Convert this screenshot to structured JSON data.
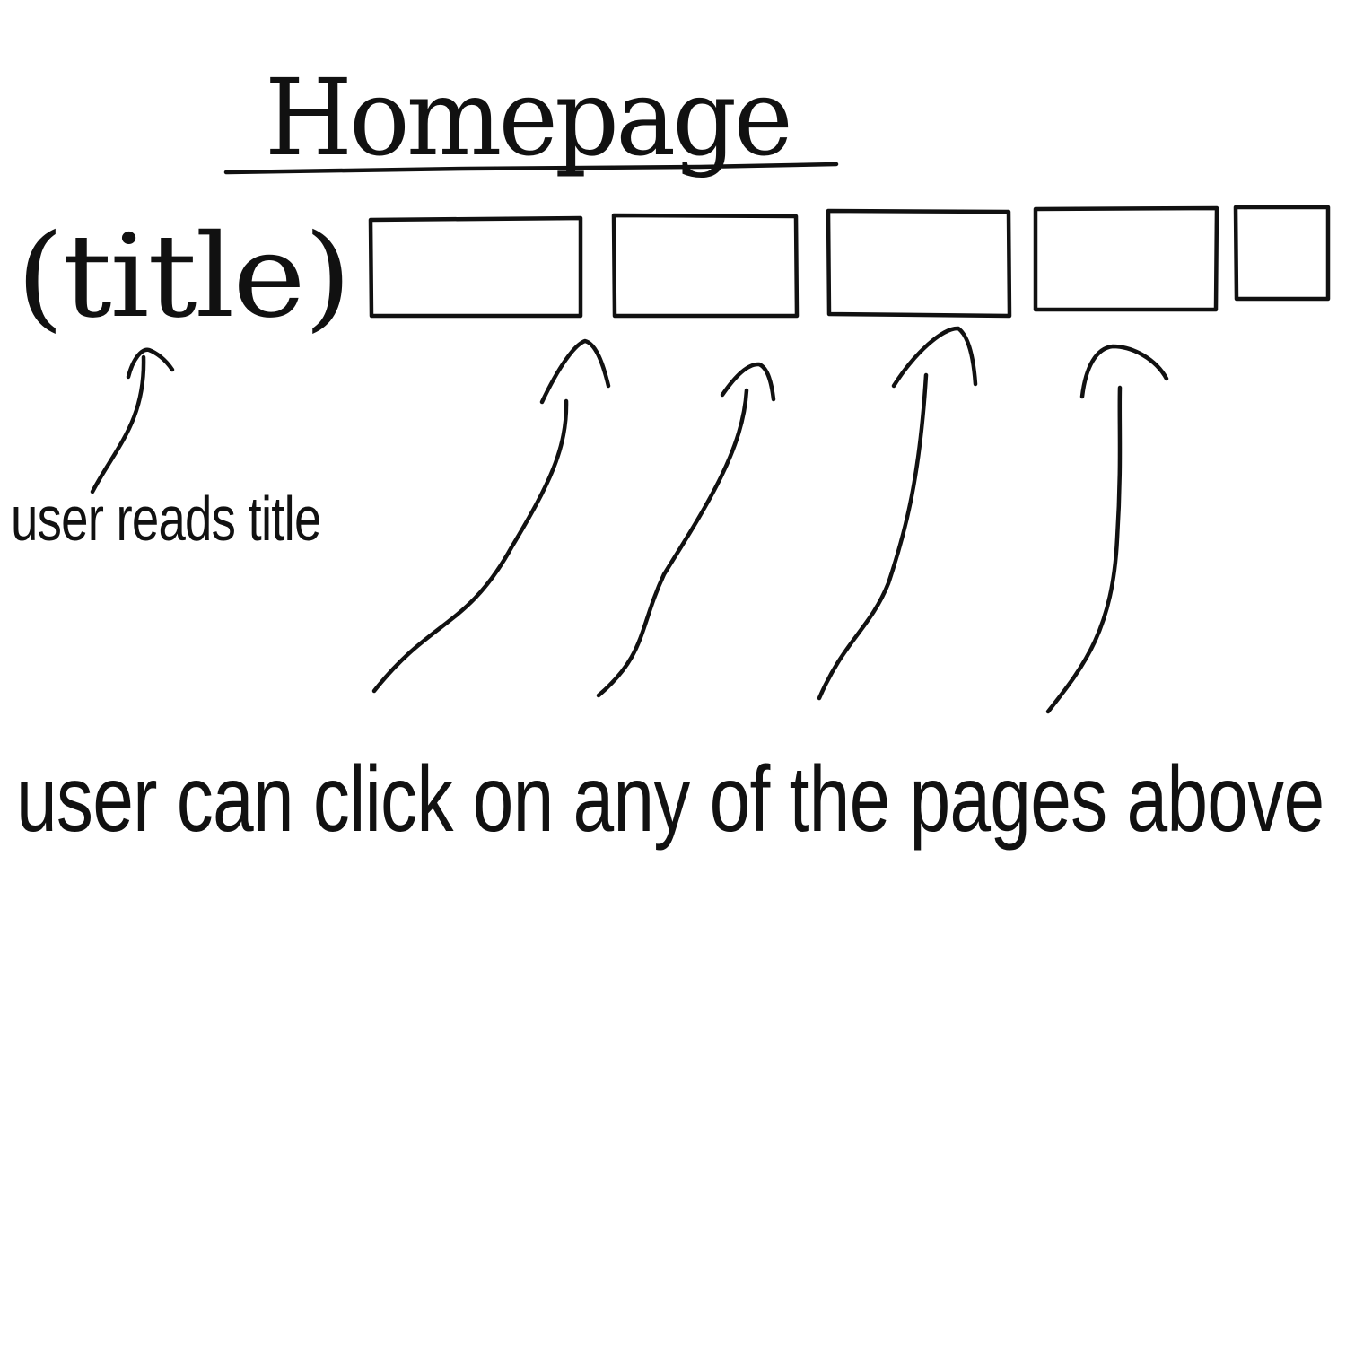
{
  "heading": "Homepage",
  "title_placeholder": "(title)",
  "page_boxes": 5,
  "annotations": {
    "title_note": "user reads title",
    "pages_note": "user can click on any of the pages above"
  }
}
